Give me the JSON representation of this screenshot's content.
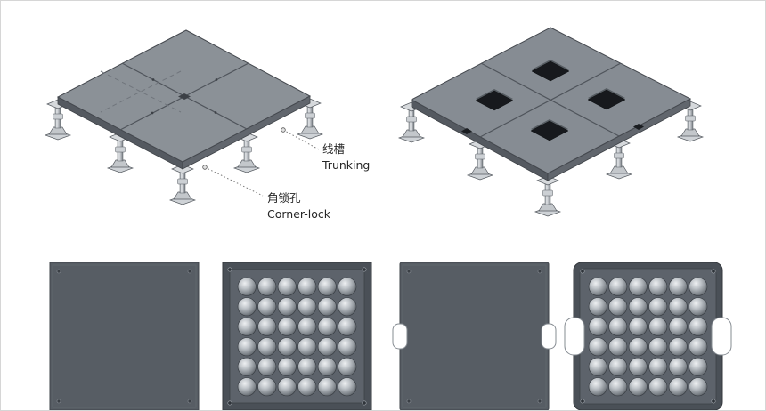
{
  "annotations": {
    "trunking": {
      "zh": "线槽",
      "en": "Trunking"
    },
    "corner_lock": {
      "zh": "角锁孔",
      "en": "Corner-lock"
    }
  },
  "colors": {
    "background": "#ffffff",
    "frame_border": "#d6d6d6",
    "floor_top": "#8b9197",
    "floor_top_right": "#868c93",
    "floor_side_left": "#545960",
    "floor_side_right": "#61666d",
    "seam": "#4f545b",
    "panel_face": "#575d64",
    "panel_frame": "#4a5057",
    "panel_inner": "#5d636b",
    "cutout_black": "#17191d",
    "notch_white": "#ffffff",
    "leader_line": "#7a7a7a",
    "label_text": "#262626"
  },
  "figures": {
    "assembly_left": "raised-floor-assembly-isometric",
    "assembly_right": "raised-floor-assembly-with-cutouts",
    "panel_views": [
      "panel-top-plain",
      "panel-underside-dimpled",
      "panel-top-side-notches",
      "panel-underside-dimpled-notches"
    ]
  }
}
